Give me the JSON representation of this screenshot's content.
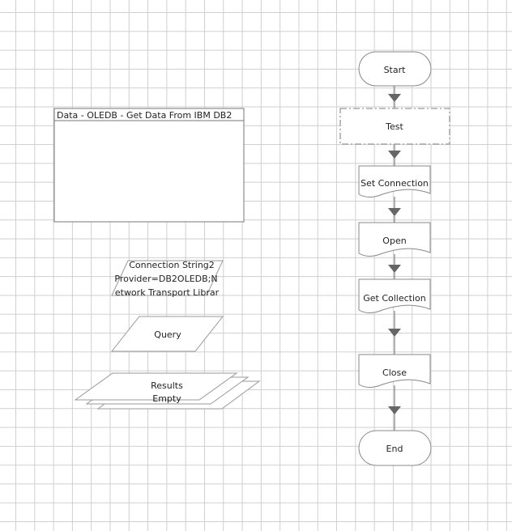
{
  "panel": {
    "title": "Data - OLEDB - Get Data From IBM DB2"
  },
  "data_shapes": {
    "connection_string": {
      "line1": "Connection String2",
      "line2": "Provider=DB2OLEDB;N",
      "line3": "etwork Transport Librar"
    },
    "query": {
      "label": "Query"
    },
    "results": {
      "line1": "Results",
      "line2": "Empty"
    }
  },
  "flow": {
    "start": "Start",
    "test": "Test",
    "set_connection": "Set Connection",
    "open": "Open",
    "get_collection": "Get Collection",
    "close": "Close",
    "end": "End"
  },
  "colors": {
    "line": "#888888",
    "arrow": "#666666",
    "grid": "#cfcfcf"
  }
}
